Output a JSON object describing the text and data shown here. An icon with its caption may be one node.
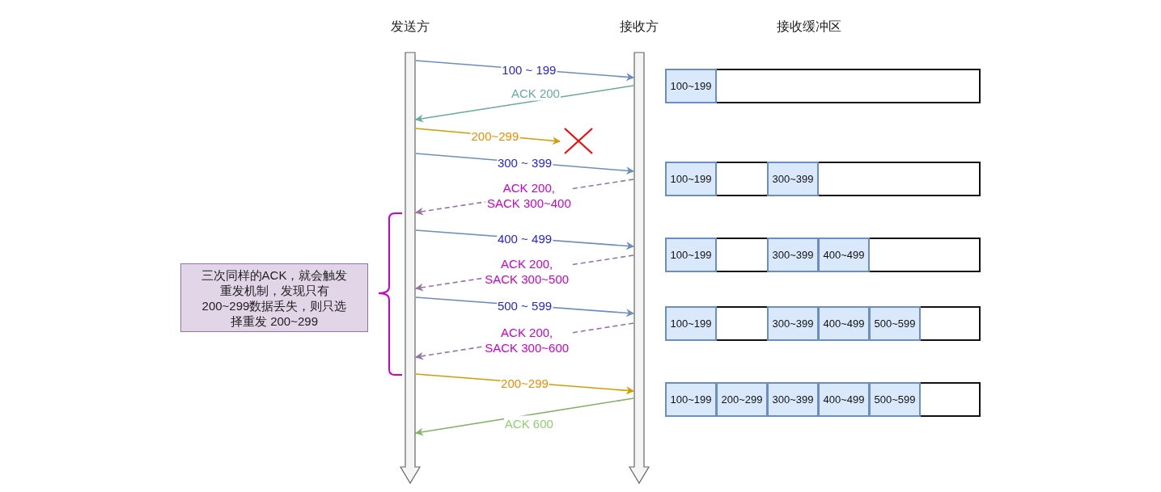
{
  "diagram": {
    "nodes": [
      {
        "text": [
          "发送方"
        ]
      },
      {
        "text": [
          "接收方"
        ]
      },
      {
        "text": [],
        "shape": "bar"
      },
      {
        "text": [
          "100~199"
        ],
        "in": 2
      },
      {
        "text": [],
        "shape": "bar"
      },
      {
        "text": [
          "100~199"
        ],
        "in": 4
      },
      {
        "text": [
          "300~399"
        ],
        "in": 4
      },
      {
        "text": [],
        "shape": "bar"
      },
      {
        "text": [
          "100~199"
        ],
        "in": 7
      },
      {
        "text": [
          "300~399"
        ],
        "in": 7
      },
      {
        "text": [
          "400~499"
        ],
        "in": 7
      },
      {
        "text": [],
        "shape": "bar"
      },
      {
        "text": [
          "100~199"
        ],
        "in": 11
      },
      {
        "text": [
          "300~399"
        ],
        "in": 11
      },
      {
        "text": [
          "400~499"
        ],
        "in": 11
      },
      {
        "text": [
          "500~599"
        ],
        "in": 11
      },
      {
        "text": [],
        "shape": "bar"
      },
      {
        "text": [
          "100~199"
        ],
        "in": 16
      },
      {
        "text": [
          "200~299"
        ],
        "in": 16
      },
      {
        "text": [
          "300~399"
        ],
        "in": 16
      },
      {
        "text": [
          "400~499"
        ],
        "in": 16
      },
      {
        "text": [
          "500~599"
        ],
        "in": 16
      },
      {
        "text": [
          "三次同样的ACK，就会触发重发机制，发现只有200~299数据丢失，则只选择重发 200~299"
        ]
      },
      {
        "text": [],
        "shape": "cross"
      }
    ],
    "edges": [
      {
        "from": 0,
        "to": 1,
        "arrow": "to",
        "label": "100 ~ 199"
      },
      {
        "from": 1,
        "to": 0,
        "arrow": "to",
        "label": "ACK 200",
        "color": "#67ab9f"
      },
      {
        "from": 0,
        "to": 23,
        "arrow": "to",
        "label": "200~299",
        "color": "#d79b00"
      },
      {
        "from": 0,
        "to": 1,
        "arrow": "to",
        "label": "300 ~ 399"
      },
      {
        "from": 1,
        "to": 0,
        "arrow": "to",
        "label": "ACK 200, SACK 300~400",
        "style": "dashed",
        "color": "#9673a6"
      },
      {
        "from": 0,
        "to": 1,
        "arrow": "to",
        "label": "400 ~ 499"
      },
      {
        "from": 1,
        "to": 0,
        "arrow": "to",
        "label": "ACK 200, SACK 300~500",
        "style": "dashed",
        "color": "#9673a6"
      },
      {
        "from": 0,
        "to": 1,
        "arrow": "to",
        "label": "500 ~ 599"
      },
      {
        "from": 1,
        "to": 0,
        "arrow": "to",
        "label": "ACK 200, SACK 300~600",
        "style": "dashed",
        "color": "#9673a6"
      },
      {
        "from": 0,
        "to": 1,
        "arrow": "to",
        "label": "200~299",
        "color": "#d79b00"
      },
      {
        "from": 1,
        "to": 0,
        "arrow": "to",
        "label": "ACK 600",
        "color": "#82b366"
      }
    ],
    "labels": [
      "接收缓冲区"
    ]
  }
}
